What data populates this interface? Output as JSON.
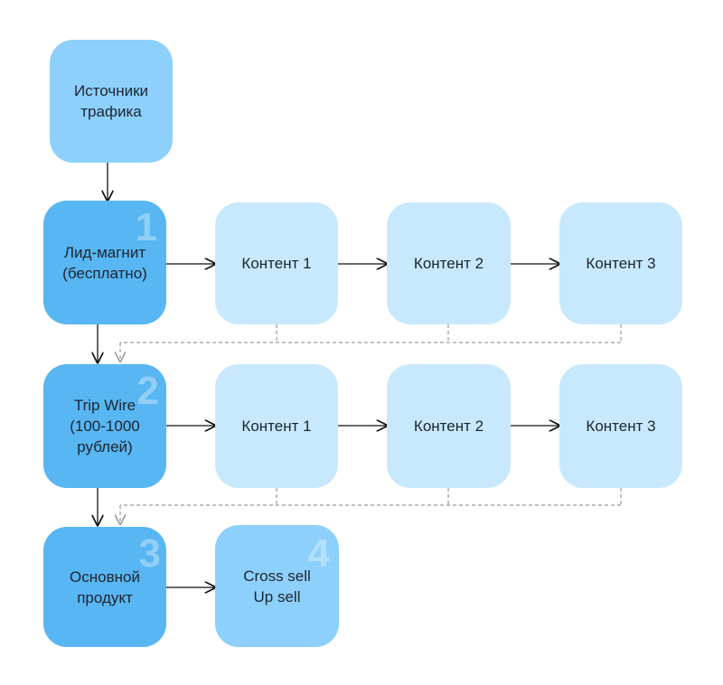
{
  "diagram": {
    "top": {
      "label": "Источники\nтрафика"
    },
    "stages": [
      {
        "number": "1",
        "label": "Лид-магнит\n(бесплатно)",
        "content": [
          "Контент 1",
          "Контент 2",
          "Контент 3"
        ]
      },
      {
        "number": "2",
        "label": "Trip Wire\n(100-1000\nрублей)",
        "content": [
          "Контент 1",
          "Контент 2",
          "Контент 3"
        ]
      },
      {
        "number": "3",
        "label": "Основной\nпродукт",
        "upsell": {
          "number": "4",
          "label": "Cross sell\nUp sell"
        }
      }
    ]
  },
  "colors": {
    "top": "#8dd0fb",
    "stage": "#58b6f2",
    "content": "#c8e9fd",
    "arrow": "#111111",
    "dashed": "#9a9a9a"
  }
}
